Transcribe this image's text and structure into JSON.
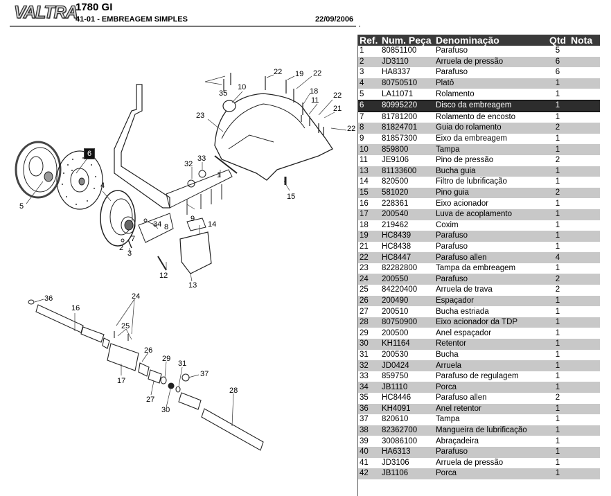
{
  "header": {
    "logo": "VALTRA",
    "model": "1780 GI",
    "section": "41-01 - EMBREAGEM SIMPLES",
    "date": "22/09/2006"
  },
  "diagram": {
    "selected_ref": "6",
    "callouts": [
      "1",
      "2",
      "3",
      "4",
      "5",
      "6",
      "7",
      "8",
      "9",
      "10",
      "11",
      "12",
      "13",
      "14",
      "15",
      "16",
      "17",
      "18",
      "19",
      "21",
      "22",
      "22",
      "22",
      "22",
      "23",
      "24",
      "25",
      "26",
      "27",
      "28",
      "29",
      "30",
      "31",
      "32",
      "33",
      "34",
      "35",
      "36",
      "37"
    ]
  },
  "parts_table": {
    "columns": [
      "Ref.",
      "Num. Peça",
      "Denominação",
      "Qtd",
      "Nota"
    ],
    "selected_row_index": 5,
    "rows": [
      {
        "ref": "1",
        "num": "80851100",
        "den": "Parafuso",
        "qtd": "5",
        "nota": ""
      },
      {
        "ref": "2",
        "num": "JD3110",
        "den": "Arruela de pressão",
        "qtd": "6",
        "nota": ""
      },
      {
        "ref": "3",
        "num": "HA8337",
        "den": "Parafuso",
        "qtd": "6",
        "nota": ""
      },
      {
        "ref": "4",
        "num": "80750510",
        "den": "Platô",
        "qtd": "1",
        "nota": ""
      },
      {
        "ref": "5",
        "num": "LA11071",
        "den": "Rolamento",
        "qtd": "1",
        "nota": ""
      },
      {
        "ref": "6",
        "num": "80995220",
        "den": "Disco da embreagem",
        "qtd": "1",
        "nota": ""
      },
      {
        "ref": "7",
        "num": "81781200",
        "den": "Rolamento de encosto",
        "qtd": "1",
        "nota": ""
      },
      {
        "ref": "8",
        "num": "81824701",
        "den": "Guia do rolamento",
        "qtd": "2",
        "nota": ""
      },
      {
        "ref": "9",
        "num": "81857300",
        "den": "Eixo da embreagem",
        "qtd": "1",
        "nota": ""
      },
      {
        "ref": "10",
        "num": "859800",
        "den": "Tampa",
        "qtd": "1",
        "nota": ""
      },
      {
        "ref": "11",
        "num": "JE9106",
        "den": "Pino de pressão",
        "qtd": "2",
        "nota": ""
      },
      {
        "ref": "13",
        "num": "81133600",
        "den": "Bucha guia",
        "qtd": "1",
        "nota": ""
      },
      {
        "ref": "14",
        "num": "820500",
        "den": "Filtro de lubrificação",
        "qtd": "1",
        "nota": ""
      },
      {
        "ref": "15",
        "num": "581020",
        "den": "Pino guia",
        "qtd": "2",
        "nota": ""
      },
      {
        "ref": "16",
        "num": "228361",
        "den": "Eixo acionador",
        "qtd": "1",
        "nota": ""
      },
      {
        "ref": "17",
        "num": "200540",
        "den": "Luva de acoplamento",
        "qtd": "1",
        "nota": ""
      },
      {
        "ref": "18",
        "num": "219462",
        "den": "Coxim",
        "qtd": "1",
        "nota": ""
      },
      {
        "ref": "19",
        "num": "HC8439",
        "den": "Parafuso",
        "qtd": "1",
        "nota": ""
      },
      {
        "ref": "21",
        "num": "HC8438",
        "den": "Parafuso",
        "qtd": "1",
        "nota": ""
      },
      {
        "ref": "22",
        "num": "HC8447",
        "den": "Parafuso allen",
        "qtd": "4",
        "nota": ""
      },
      {
        "ref": "23",
        "num": "82282800",
        "den": "Tampa da embreagem",
        "qtd": "1",
        "nota": ""
      },
      {
        "ref": "24",
        "num": "200550",
        "den": "Parafuso",
        "qtd": "2",
        "nota": ""
      },
      {
        "ref": "25",
        "num": "84220400",
        "den": "Arruela de trava",
        "qtd": "2",
        "nota": ""
      },
      {
        "ref": "26",
        "num": "200490",
        "den": "Espaçador",
        "qtd": "1",
        "nota": ""
      },
      {
        "ref": "27",
        "num": "200510",
        "den": "Bucha estriada",
        "qtd": "1",
        "nota": ""
      },
      {
        "ref": "28",
        "num": "80750900",
        "den": "Eixo acionador da TDP",
        "qtd": "1",
        "nota": ""
      },
      {
        "ref": "29",
        "num": "200500",
        "den": "Anel espaçador",
        "qtd": "1",
        "nota": ""
      },
      {
        "ref": "30",
        "num": "KH1164",
        "den": "Retentor",
        "qtd": "1",
        "nota": ""
      },
      {
        "ref": "31",
        "num": "200530",
        "den": "Bucha",
        "qtd": "1",
        "nota": ""
      },
      {
        "ref": "32",
        "num": "JD0424",
        "den": "Arruela",
        "qtd": "1",
        "nota": ""
      },
      {
        "ref": "33",
        "num": "859750",
        "den": "Parafuso de regulagem",
        "qtd": "1",
        "nota": ""
      },
      {
        "ref": "34",
        "num": "JB1110",
        "den": "Porca",
        "qtd": "1",
        "nota": ""
      },
      {
        "ref": "35",
        "num": "HC8446",
        "den": "Parafuso allen",
        "qtd": "2",
        "nota": ""
      },
      {
        "ref": "36",
        "num": "KH4091",
        "den": "Anel retentor",
        "qtd": "1",
        "nota": ""
      },
      {
        "ref": "37",
        "num": "820610",
        "den": "Tampa",
        "qtd": "1",
        "nota": ""
      },
      {
        "ref": "38",
        "num": "82362700",
        "den": "Mangueira de lubrificação",
        "qtd": "1",
        "nota": ""
      },
      {
        "ref": "39",
        "num": "30086100",
        "den": "Abraçadeira",
        "qtd": "1",
        "nota": ""
      },
      {
        "ref": "40",
        "num": "HA6313",
        "den": "Parafuso",
        "qtd": "1",
        "nota": ""
      },
      {
        "ref": "41",
        "num": "JD3106",
        "den": "Arruela de pressão",
        "qtd": "1",
        "nota": ""
      },
      {
        "ref": "42",
        "num": "JB1106",
        "den": "Porca",
        "qtd": "1",
        "nota": ""
      }
    ]
  }
}
